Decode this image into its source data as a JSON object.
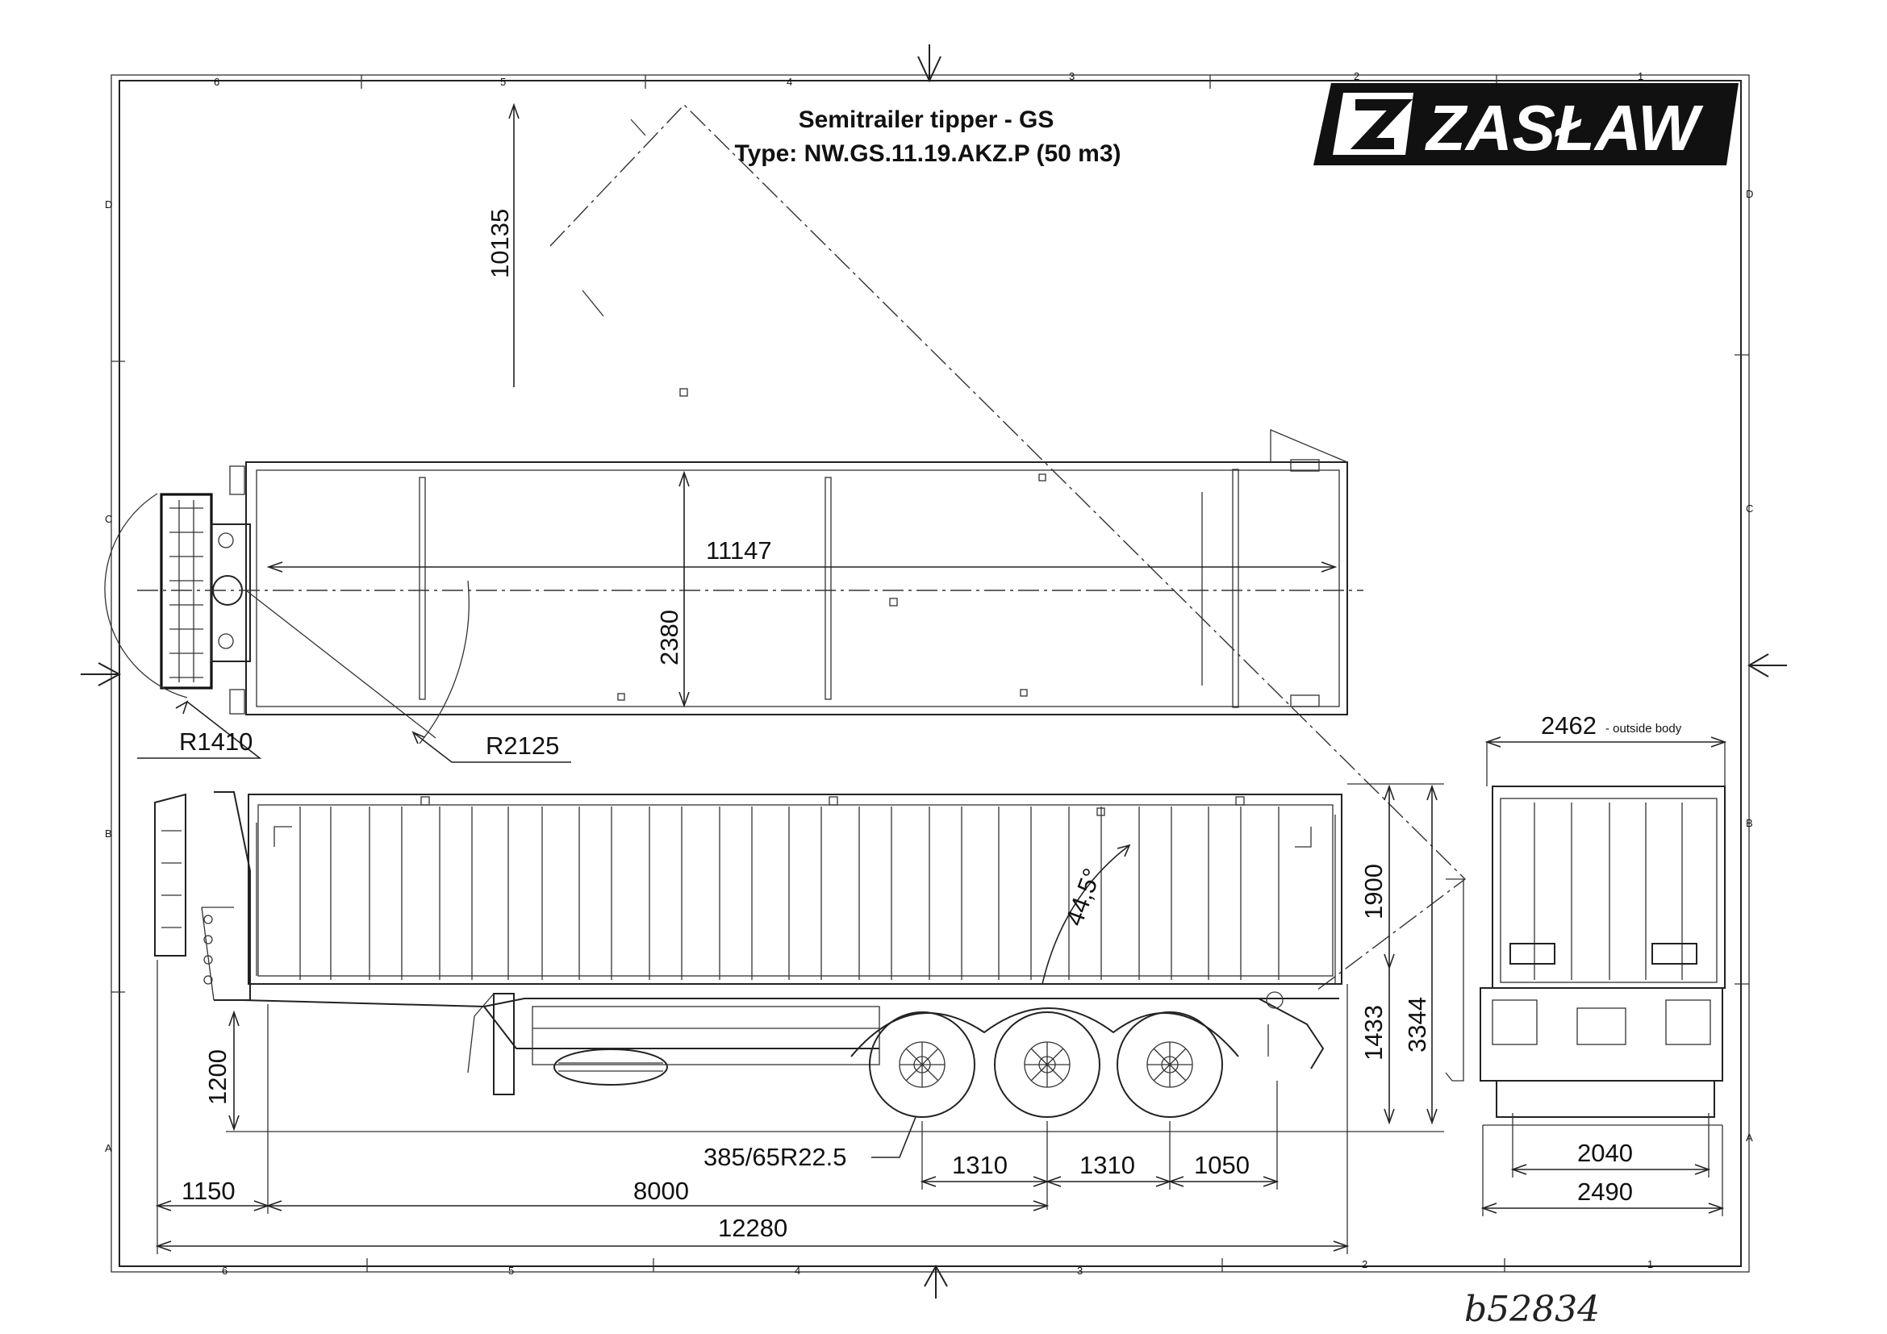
{
  "title": {
    "line1": "Semitrailer tipper - GS",
    "line2": "Type: NW.GS.11.19.AKZ.P (50 m3)"
  },
  "logo": {
    "text": "ZASŁAW"
  },
  "frame": {
    "columns": [
      "6",
      "5",
      "4",
      "3",
      "2",
      "1"
    ],
    "rows": [
      "D",
      "C",
      "B",
      "A"
    ]
  },
  "dimensions": {
    "tip_height": "10135",
    "body_length": "11147",
    "body_width_inner": "2380",
    "radius_front": "R1410",
    "radius_rear": "R2125",
    "tipping_angle": "44,5°",
    "body_height": "1900",
    "total_height": "3344",
    "rear_height": "1433",
    "coupling_height": "1200",
    "tyre_size": "385/65R22.5",
    "axle_spacing_1": "1310",
    "axle_spacing_2": "1310",
    "rear_overhang": "1050",
    "front_to_kingpin": "1150",
    "kingpin_to_axle": "8000",
    "overall_length": "12280",
    "outside_body_width": "2462",
    "outside_body_note": "- outside body",
    "track_width": "2040",
    "overall_width": "2490"
  },
  "handwritten": "b52834",
  "colors": {
    "line": "#222222",
    "logo_bg": "#111111",
    "logo_fg": "#ffffff"
  }
}
